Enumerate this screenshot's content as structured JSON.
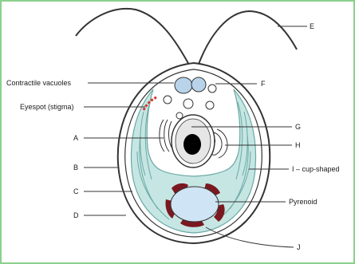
{
  "labels": {
    "contractile_vacuoles": "Contractile vacuoles",
    "eyespot": "Eyespot (stigma)",
    "a": "A",
    "b": "B",
    "c": "C",
    "d": "D",
    "e": "E",
    "f": "F",
    "g": "G",
    "h": "H",
    "i_cup": "I – cup-shaped",
    "pyrenoid": "Pyrenoid",
    "j": "J"
  },
  "colors": {
    "frame": "#8bd08b",
    "chloroplast": "#c6e6e3",
    "chloroplast_stroke": "#6aa9a4",
    "vacuole": "#b9d4ea",
    "pyrenoid": "#cfe4f4",
    "starch": "#7a1820",
    "eyespot": "#d8342c",
    "outline": "#333333"
  }
}
